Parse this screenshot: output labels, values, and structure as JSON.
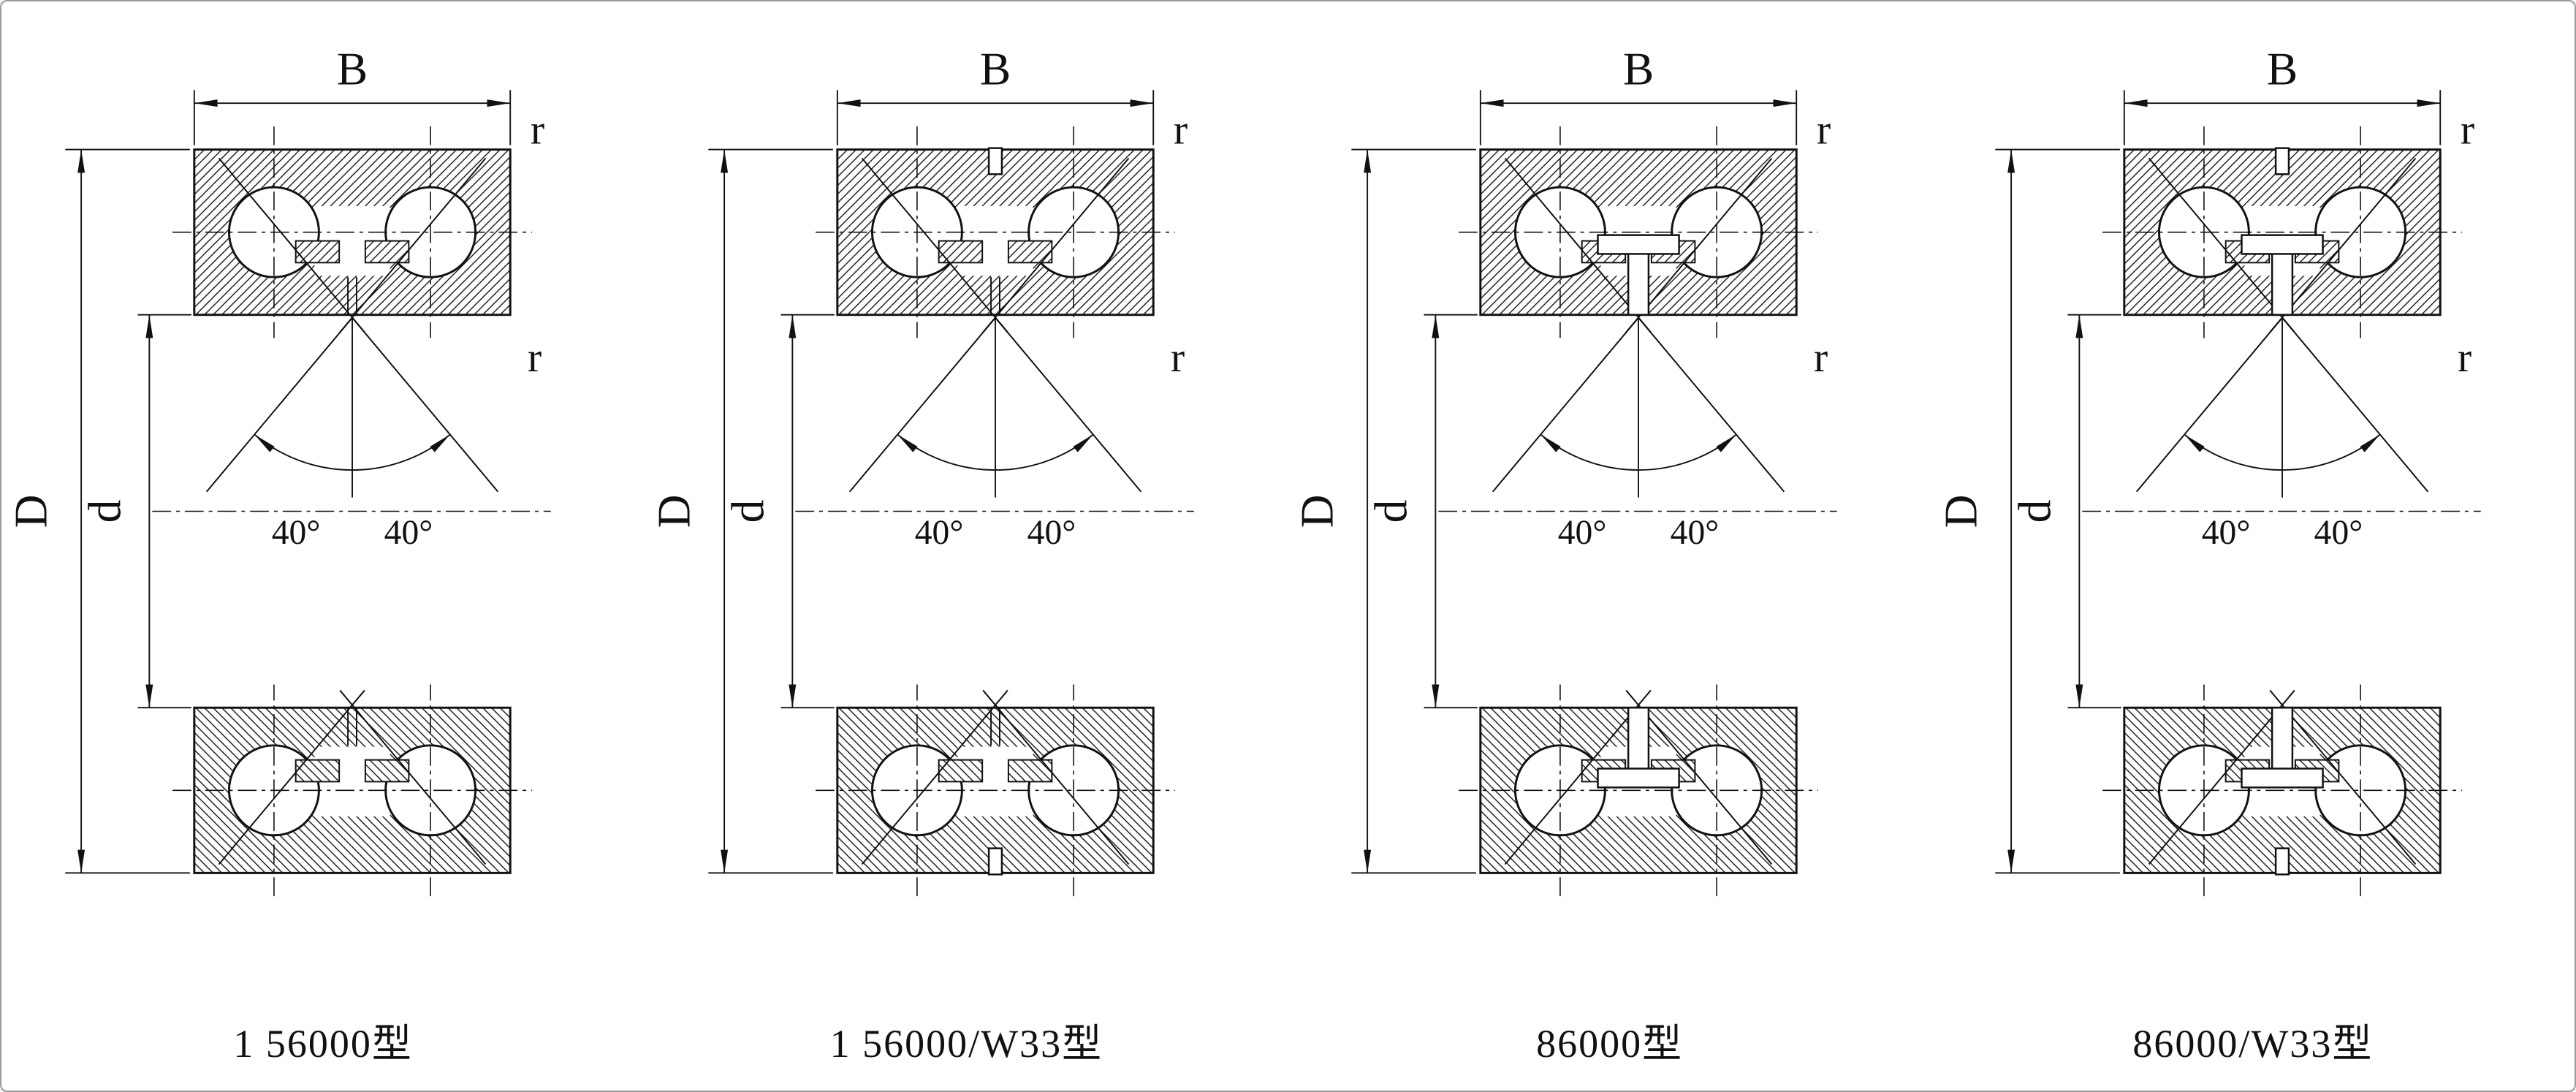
{
  "sheet": {
    "background": "#ffffff",
    "border_color": "#9a9a9a",
    "line_color": "#111111"
  },
  "figures": [
    {
      "caption": "1 56000型",
      "series": "156000",
      "w33": false,
      "labels": {
        "width": "B",
        "radius_outer": "r",
        "radius_inner": "r",
        "outer_diameter": "D",
        "bore_diameter": "d",
        "angle_left": "40°",
        "angle_right": "40°"
      }
    },
    {
      "caption": "1 56000/W33型",
      "series": "156000",
      "w33": true,
      "labels": {
        "width": "B",
        "radius_outer": "r",
        "radius_inner": "r",
        "outer_diameter": "D",
        "bore_diameter": "d",
        "angle_left": "40°",
        "angle_right": "40°"
      }
    },
    {
      "caption": "86000型",
      "series": "86000",
      "w33": false,
      "labels": {
        "width": "B",
        "radius_outer": "r",
        "radius_inner": "r",
        "outer_diameter": "D",
        "bore_diameter": "d",
        "angle_left": "40°",
        "angle_right": "40°"
      }
    },
    {
      "caption": "86000/W33型",
      "series": "86000",
      "w33": true,
      "labels": {
        "width": "B",
        "radius_outer": "r",
        "radius_inner": "r",
        "outer_diameter": "D",
        "bore_diameter": "d",
        "angle_left": "40°",
        "angle_right": "40°"
      }
    }
  ]
}
